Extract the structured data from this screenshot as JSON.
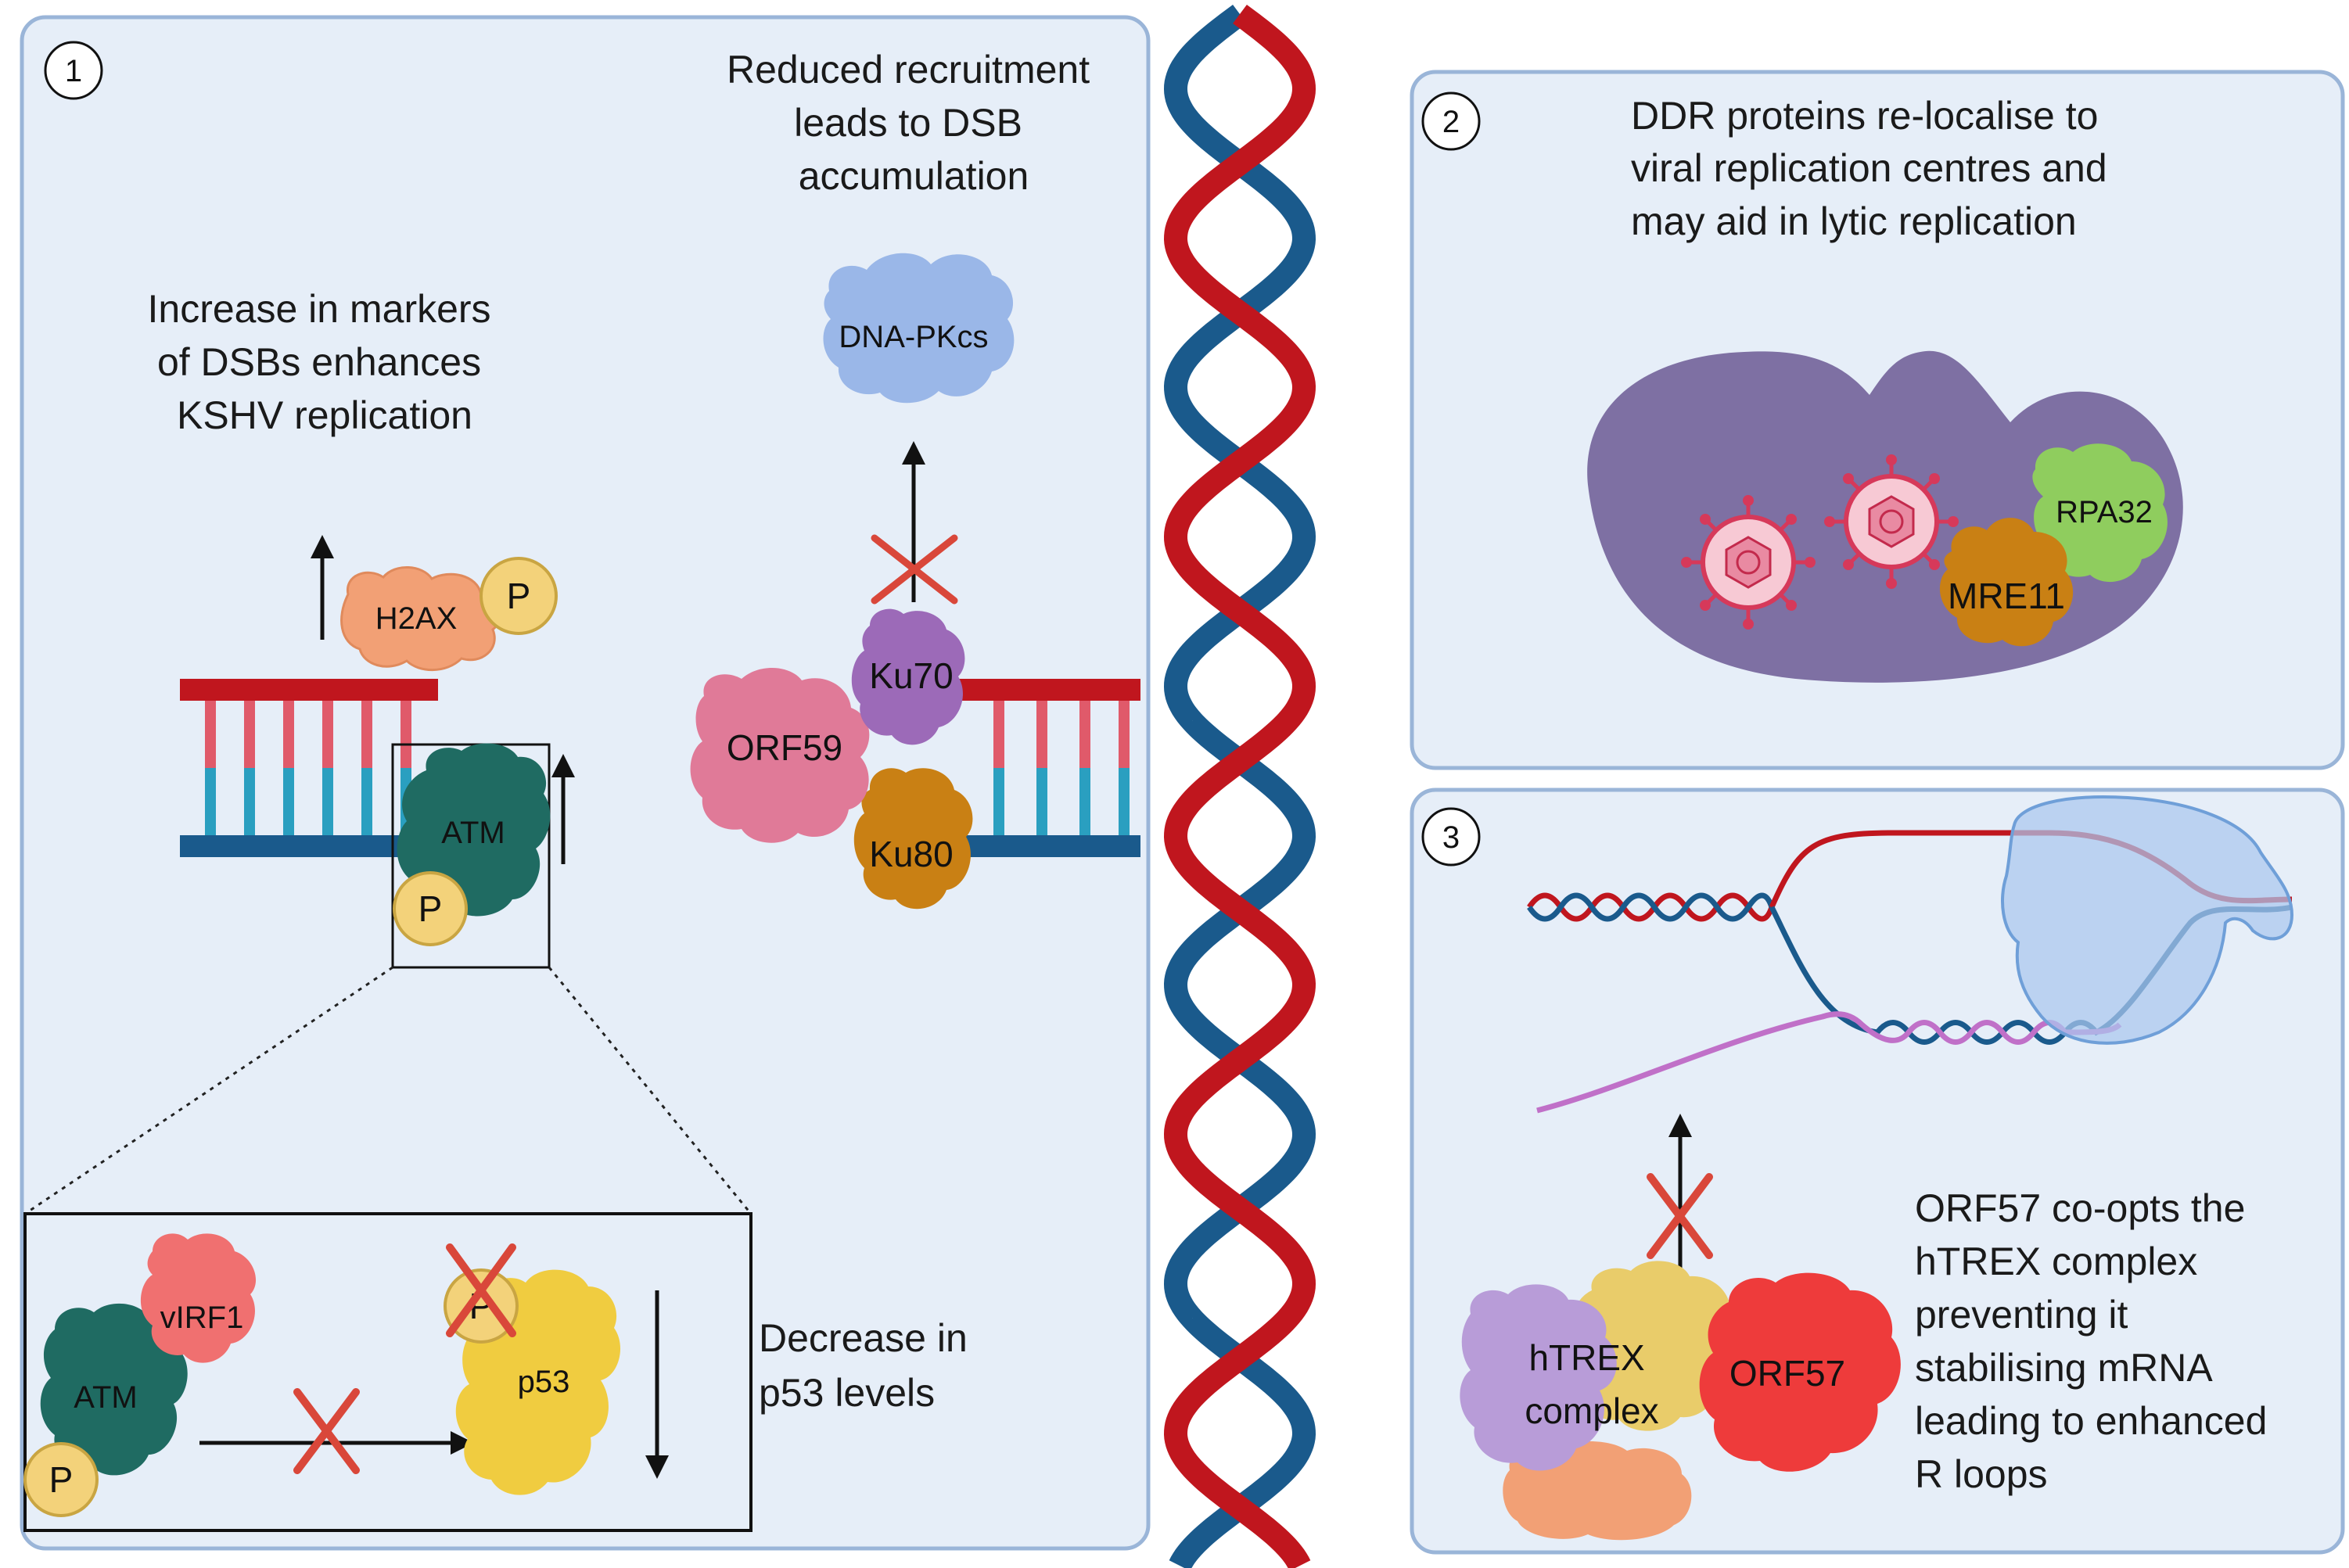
{
  "panel1": {
    "number": "1",
    "title_lines": [
      "Increase in markers",
      "of DSBs enhances",
      "KSHV replication"
    ],
    "dsb_lines": [
      "Reduced recruitment",
      "leads to DSB",
      "accumulation"
    ],
    "proteins": {
      "h2ax": "H2AX",
      "phospho": "P",
      "atm": "ATM",
      "dna_pkcs": "DNA-PKcs",
      "ku70": "Ku70",
      "ku80": "Ku80",
      "orf59": "ORF59"
    },
    "inset": {
      "atm": "ATM",
      "virf1": "vIRF1",
      "phospho": "P",
      "p53": "p53",
      "p53_phospho": "P",
      "decrease_lines": [
        "Decrease in",
        "p53 levels"
      ]
    }
  },
  "panel2": {
    "number": "2",
    "text_lines": [
      "DDR proteins re-localise to",
      "viral replication centres and",
      "may aid in lytic replication"
    ],
    "proteins": {
      "rpa32": "RPA32",
      "mre11": "MRE11"
    }
  },
  "panel3": {
    "number": "3",
    "text_lines": [
      "ORF57 co-opts the",
      "hTREX complex",
      "preventing it",
      "stabilising mRNA",
      "leading to enhanced",
      "R loops"
    ],
    "proteins": {
      "htrex_line1": "hTREX",
      "htrex_line2": "complex",
      "orf57": "ORF57"
    }
  },
  "colors": {
    "panel_fill": "#e6eef8",
    "panel_border": "#9ab5d8",
    "dna_red": "#c0161e",
    "dna_blue": "#1a5a8c",
    "atm": "#1f6b62",
    "phospho": "#f3d27a",
    "h2ax": "#f2a075",
    "ku70": "#9c6ab8",
    "ku80": "#c98014",
    "orf59": "#e07a98",
    "dna_pkcs": "#9ab7e8",
    "virf1": "#f07070",
    "p53": "#f0cc40",
    "rpa32": "#8fcd5e",
    "mre11": "#c98014",
    "nucleus": "#7e70a3",
    "htrex": "#b89cd8",
    "orf57": "#ee3b3b",
    "cross": "#d9473a"
  }
}
